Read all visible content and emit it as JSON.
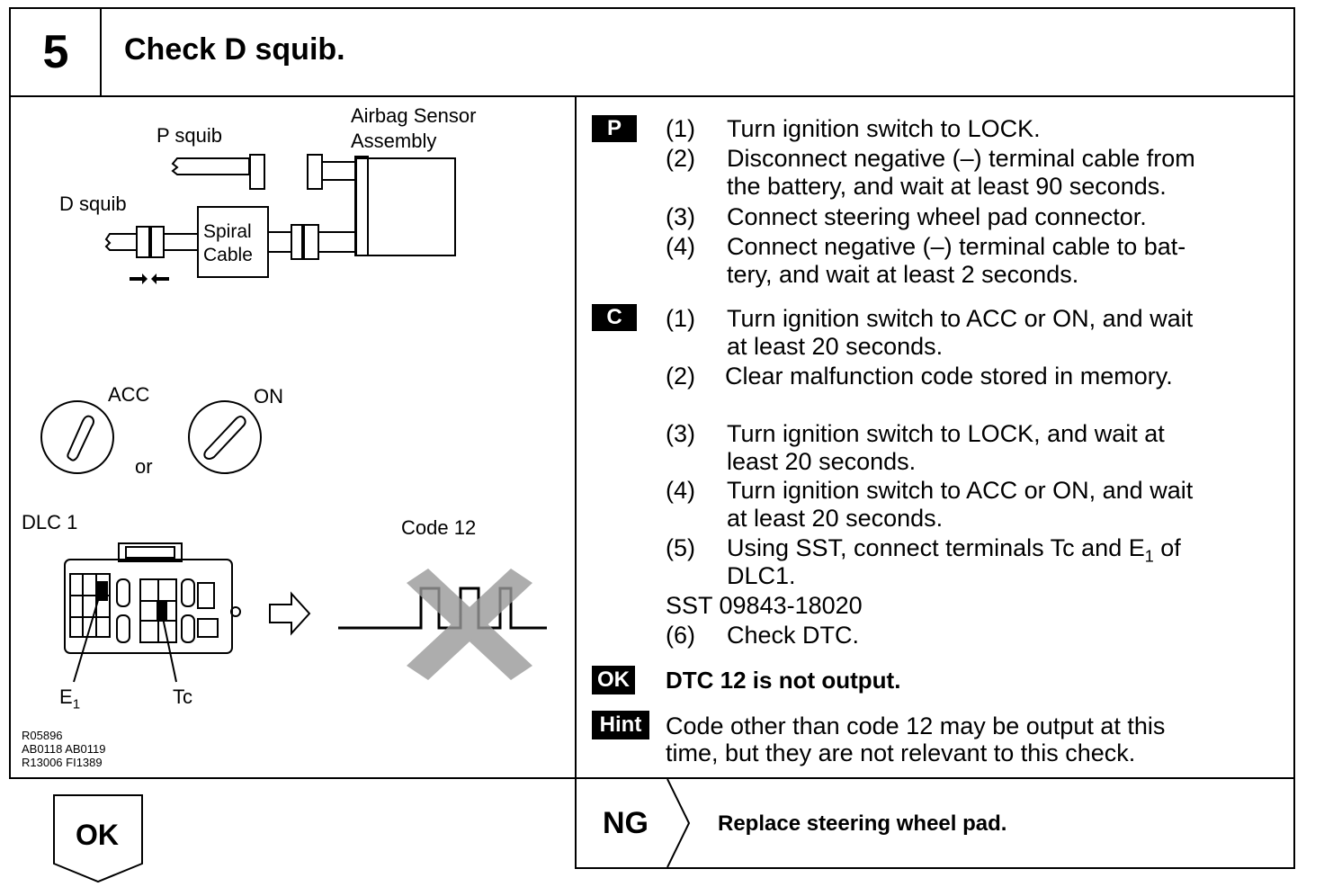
{
  "header": {
    "step_number": "5",
    "title": "Check D squib."
  },
  "diagram": {
    "p_squib": "P squib",
    "airbag_sensor_line1": "Airbag Sensor",
    "airbag_sensor_line2": "Assembly",
    "d_squib": "D squib",
    "spiral_line1": "Spiral",
    "spiral_line2": "Cable",
    "acc": "ACC",
    "on": "ON",
    "or": "or",
    "dlc": "DLC 1",
    "code": "Code 12",
    "e1_base": "E",
    "e1_sub": "1",
    "tc": "Tc",
    "ref1": "R05896",
    "ref2": "AB0118 AB0119",
    "ref3": "R13006 FI1389"
  },
  "steps": {
    "p_badge": "P",
    "p": [
      {
        "num": "(1)",
        "lines": [
          "Turn ignition switch to LOCK."
        ]
      },
      {
        "num": "(2)",
        "lines": [
          "Disconnect negative (–) terminal cable from",
          "the battery, and wait at least 90 seconds."
        ]
      },
      {
        "num": "(3)",
        "lines": [
          "Connect steering wheel pad connector."
        ]
      },
      {
        "num": "(4)",
        "lines": [
          "Connect negative (–) terminal cable to bat-",
          "tery, and wait at least 2 seconds."
        ]
      }
    ],
    "c_badge": "C",
    "c": [
      {
        "num": "(1)",
        "lines": [
          "Turn ignition switch to ACC or ON, and wait",
          "at least 20 seconds."
        ]
      },
      {
        "num": "(2)",
        "lines": [
          "Clear malfunction code stored in memory."
        ]
      },
      {
        "num": "(3)",
        "lines": [
          "Turn ignition switch to LOCK, and wait at",
          "least 20 seconds."
        ]
      },
      {
        "num": "(4)",
        "lines": [
          "Turn ignition switch to ACC or ON, and wait",
          "at least 20 seconds."
        ]
      },
      {
        "num": "(5)",
        "line1": "Using SST, connect terminals Tc and E",
        "line1_sub": "1",
        "line1_tail": " of",
        "line2": "DLC1."
      }
    ],
    "sst": "SST 09843-18020",
    "c6_num": "(6)",
    "c6": "Check DTC.",
    "ok_badge": "OK",
    "ok_text": "DTC 12 is not output.",
    "hint_badge": "Hint",
    "hint_line1": "Code other than code 12 may be output at this",
    "hint_line2": "time, but they are not relevant to this check."
  },
  "footer": {
    "ok_label": "OK",
    "ng_label": "NG",
    "ng_action": "Replace steering wheel pad."
  }
}
